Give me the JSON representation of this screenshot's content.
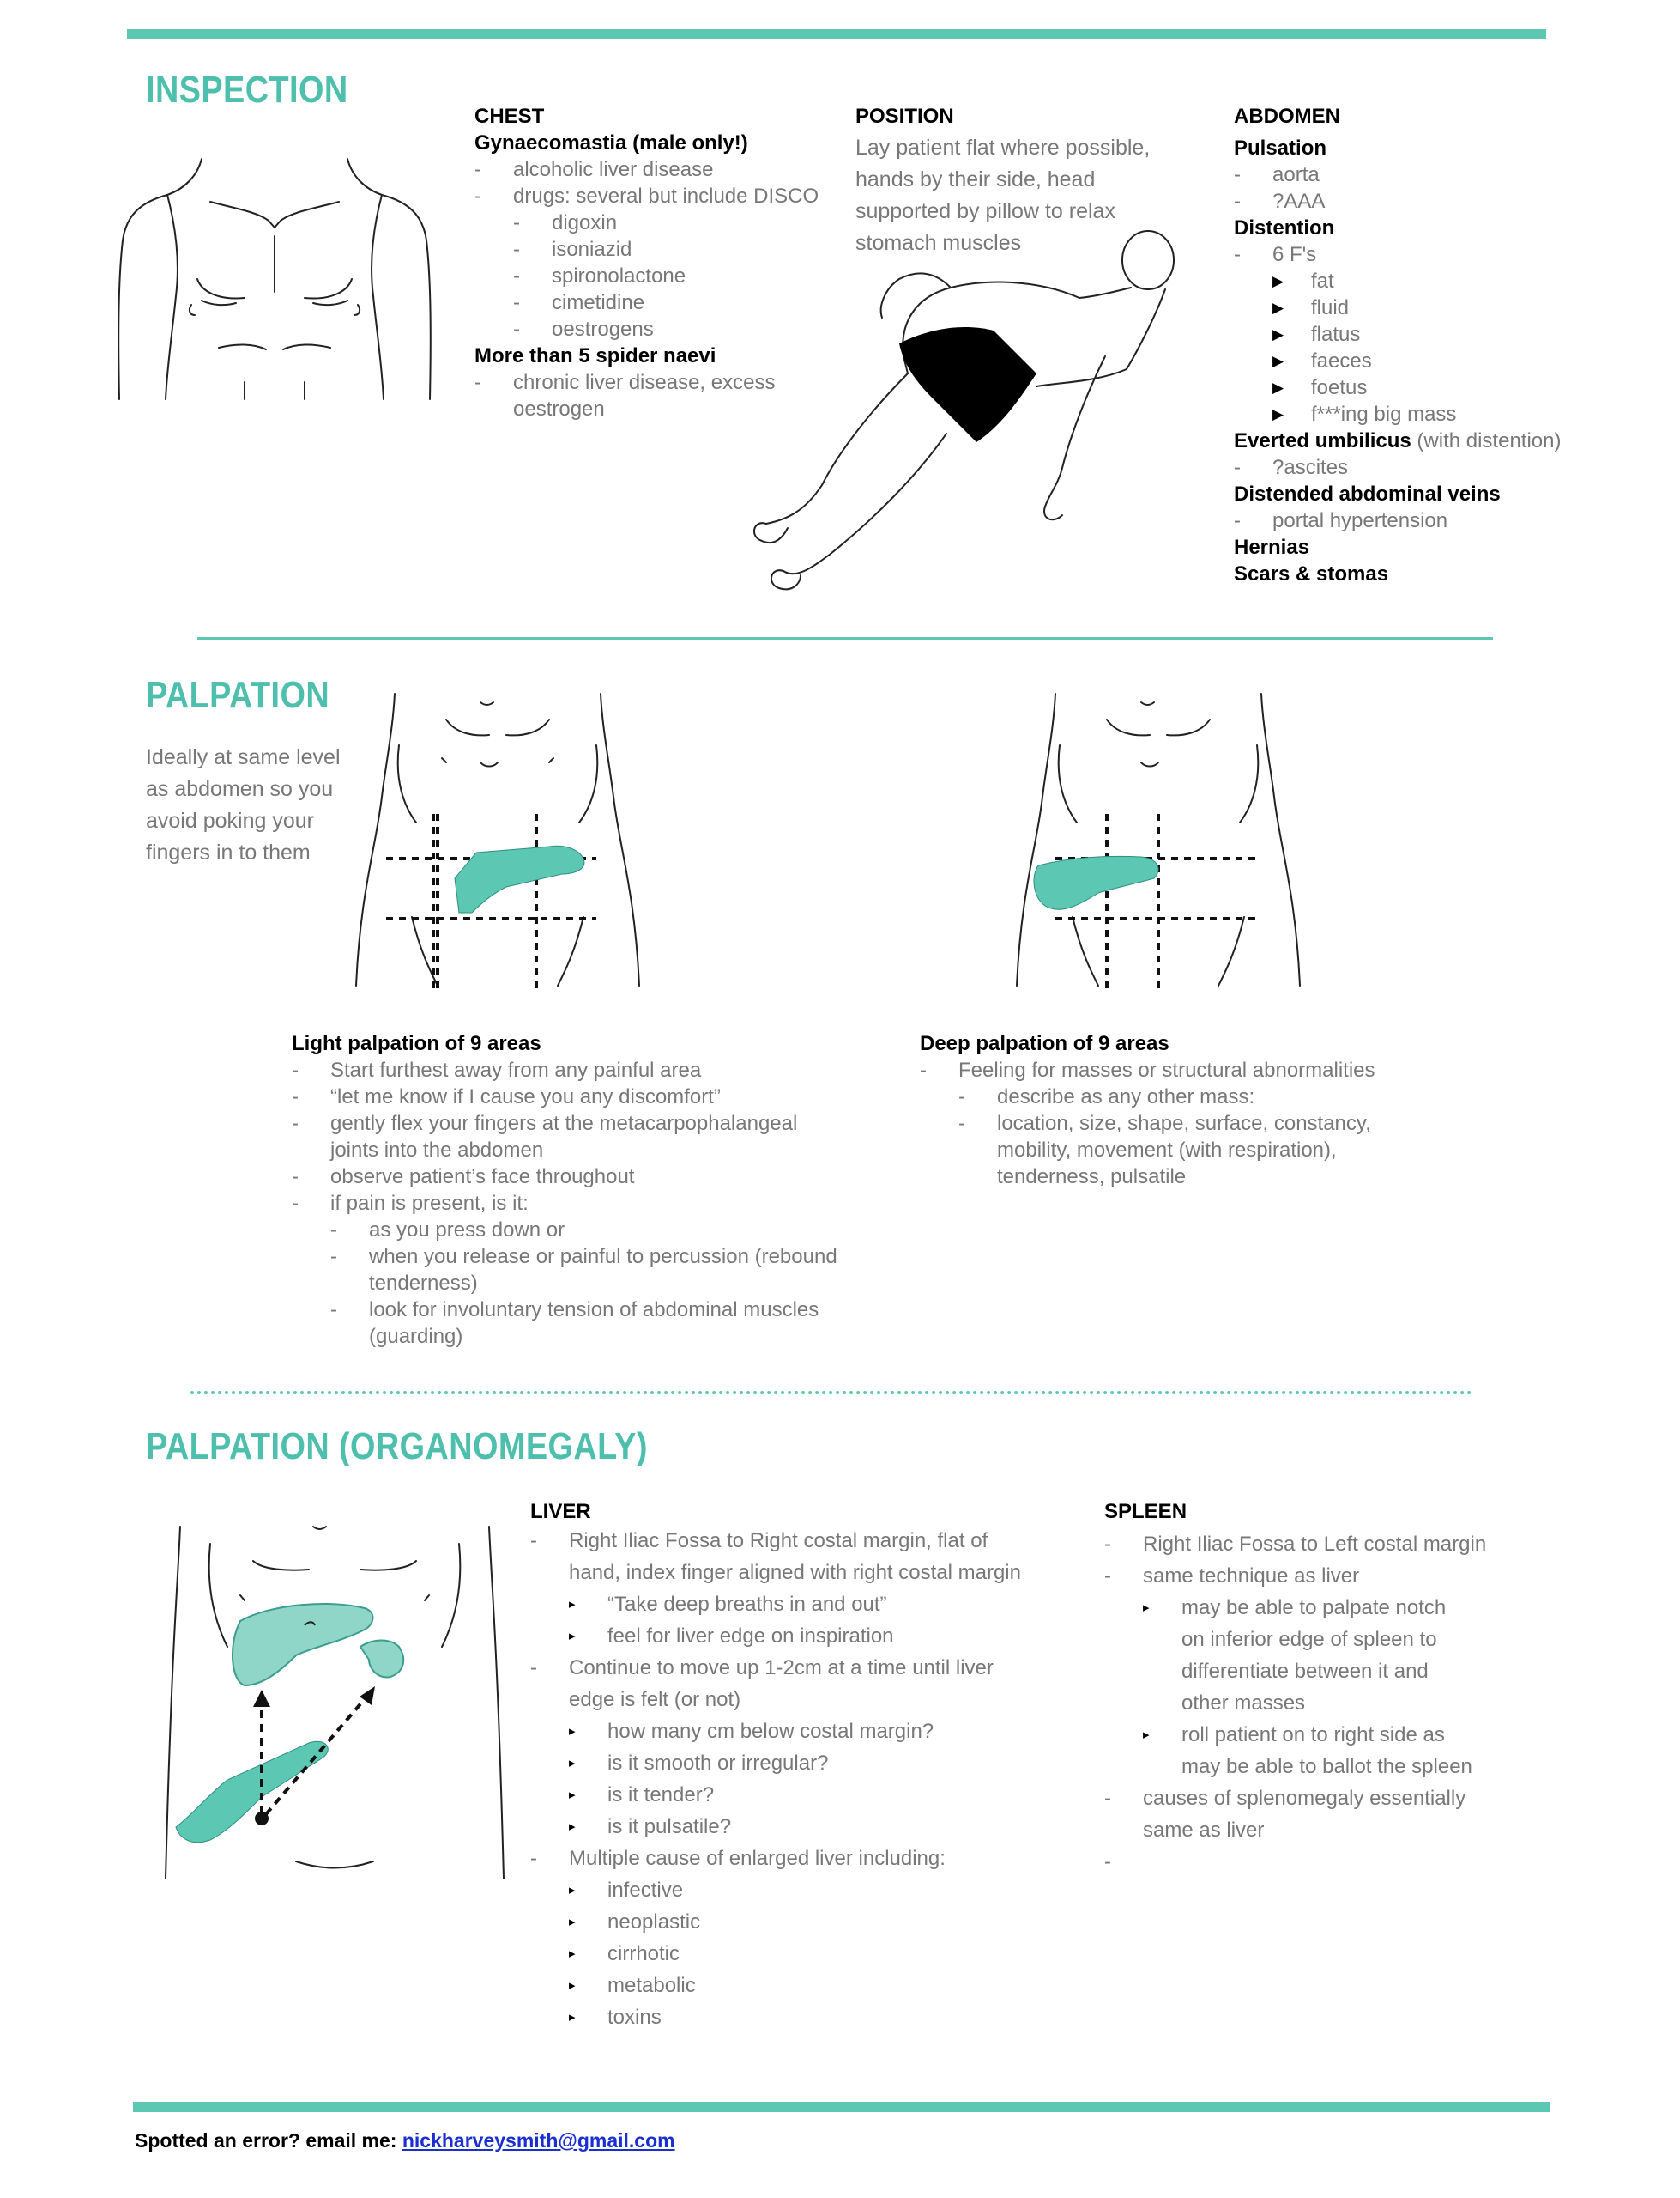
{
  "inspection": {
    "title": "INSPECTION",
    "chest": {
      "heading": "CHEST",
      "gyn_heading": "Gynaecomastia (male only!)",
      "gyn_items": [
        "alcoholic liver disease",
        "drugs: several but include DISCO"
      ],
      "drug_items": [
        "digoxin",
        "isoniazid",
        "spironolactone",
        "cimetidine",
        "oestrogens"
      ],
      "spider_heading": "More than 5 spider naevi",
      "spider_items": [
        "chronic liver disease, excess oestrogen"
      ]
    },
    "position": {
      "heading": "POSITION",
      "text": "Lay patient flat where possible, hands by their side, head supported by pillow to relax stomach muscles"
    },
    "abdomen": {
      "heading": "ABDOMEN",
      "pulsation_heading": "Pulsation",
      "pulsation_items": [
        "aorta",
        "?AAA"
      ],
      "distention_heading": "Distention",
      "distention_items": [
        "6 F's"
      ],
      "fs_items": [
        "fat",
        "fluid",
        "flatus",
        "faeces",
        "foetus",
        "f***ing big mass"
      ],
      "everted_heading": "Everted umbilicus",
      "everted_note": "(with distention)",
      "everted_items": [
        "?ascites"
      ],
      "veins_heading": "Distended abdominal veins",
      "veins_items": [
        "portal hypertension"
      ],
      "hernias": "Hernias",
      "scars": "Scars & stomas"
    }
  },
  "palpation": {
    "title": "PALPATION",
    "note": "Ideally at same level as abdomen so you avoid poking your fingers in to them",
    "light": {
      "heading": "Light palpation of 9 areas",
      "items": [
        "Start furthest away from any painful area",
        "“let me know if I cause you any discomfort”",
        "gently flex your fingers at the metacarpophalangeal joints into the abdomen",
        "observe patient’s face throughout",
        "if pain is present, is it:"
      ],
      "pain_items": [
        "as you press down or",
        "when you release or painful to percussion (rebound tenderness)",
        "look for involuntary tension of abdominal muscles (guarding)"
      ]
    },
    "deep": {
      "heading": "Deep palpation of 9 areas",
      "items": [
        "Feeling for masses or structural abnormalities"
      ],
      "sub_items": [
        "describe as any other mass:",
        "location, size, shape, surface, constancy, mobility, movement (with respiration), tenderness, pulsatile"
      ]
    }
  },
  "organomegaly": {
    "title": "PALPATION (ORGANOMEGALY)",
    "liver": {
      "heading": "LIVER",
      "item1": "Right Iliac Fossa to Right costal margin, flat of hand, index finger aligned with right costal margin",
      "item1_sub": [
        "“Take deep breaths in and out”",
        "feel for liver edge on inspiration"
      ],
      "item2": "Continue to move up 1-2cm at a time until liver edge is felt (or not)",
      "item2_sub": [
        "how many cm below costal margin?",
        "is it smooth or irregular?",
        "is it tender?",
        "is it pulsatile?"
      ],
      "item3": "Multiple cause of enlarged liver including:",
      "item3_sub": [
        "infective",
        "neoplastic",
        "cirrhotic",
        "metabolic",
        "toxins"
      ]
    },
    "spleen": {
      "heading": "SPLEEN",
      "item1": "Right Iliac Fossa to Left costal margin",
      "item2": "same technique as liver",
      "item2_sub": [
        "may be able to palpate notch on inferior edge of spleen to differentiate between it and other masses",
        "roll patient on to right side as may be able to ballot the spleen"
      ],
      "item3": "causes of splenomegaly essentially same as liver",
      "item4": ""
    }
  },
  "footer": {
    "text": "Spotted an error? email me:",
    "email": "nickharveysmith@gmail.com"
  },
  "colors": {
    "accent": "#5cc7b3",
    "title": "#4fbfad",
    "link": "#1a2fd1"
  }
}
